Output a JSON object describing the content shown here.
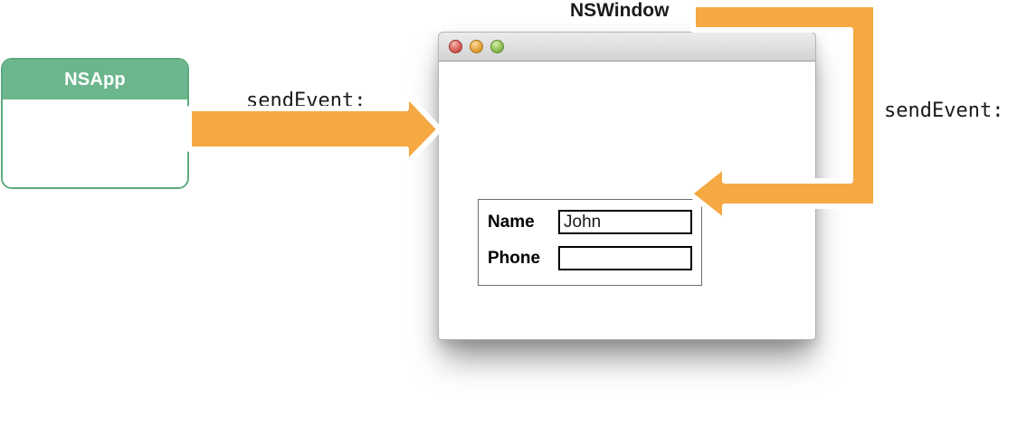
{
  "diagram": {
    "title_nsapp": "NSApp",
    "title_nswindow": "NSWindow",
    "edge_label_left": "sendEvent:",
    "edge_label_right": "sendEvent:",
    "colors": {
      "arrow_orange": "#F5A942",
      "arrow_outline": "#FFFFFF",
      "nsapp_green_fill": "#6CB68D",
      "nsapp_green_border": "#5FA97F",
      "field_border": "#000000",
      "panel_border": "#6D6D6D",
      "text": "#1A1A1A"
    }
  },
  "window": {
    "traffic_lights": [
      {
        "name": "close",
        "color": "#C9453F"
      },
      {
        "name": "minimize",
        "color": "#D78F22"
      },
      {
        "name": "zoom",
        "color": "#7AAD3D"
      }
    ],
    "form": {
      "rows": [
        {
          "label": "Name",
          "value": "John",
          "placeholder": ""
        },
        {
          "label": "Phone",
          "value": "",
          "placeholder": ""
        }
      ]
    }
  }
}
